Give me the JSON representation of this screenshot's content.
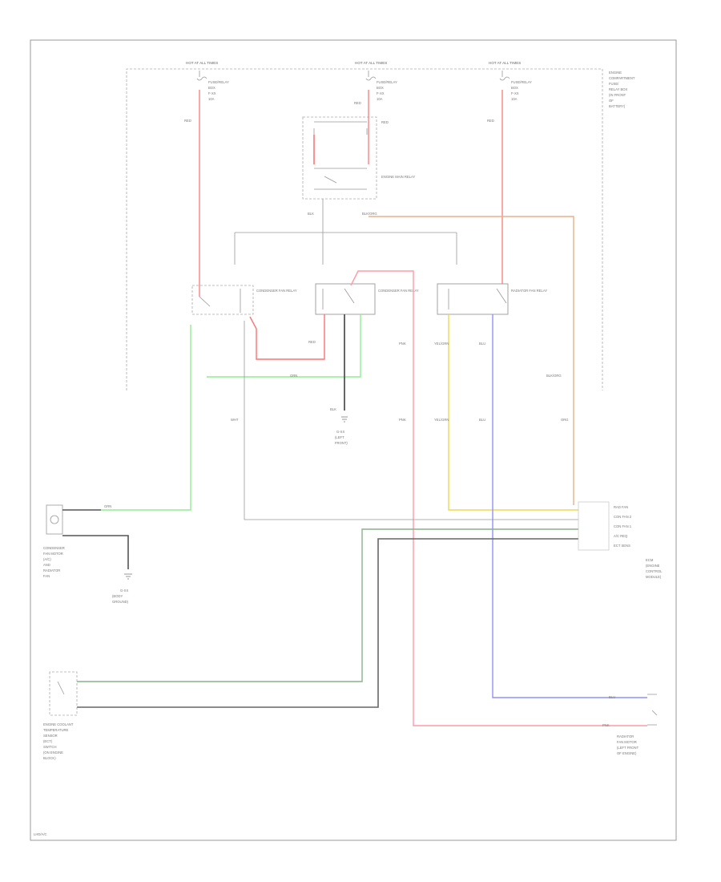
{
  "diagram": {
    "fuses": [
      {
        "id": "fuse-left",
        "label": "HOT AT ALL TIMES",
        "info": [
          "FUSE/RELAY",
          "BOX",
          "F-XX",
          "10A"
        ]
      },
      {
        "id": "fuse-center",
        "label": "HOT AT ALL TIMES",
        "info": [
          "FUSE/RELAY",
          "BOX",
          "F-XX",
          "10A"
        ]
      },
      {
        "id": "fuse-right",
        "label": "HOT AT ALL TIMES",
        "info": [
          "FUSE/RELAY",
          "BOX",
          "F-XX",
          "10A"
        ]
      }
    ],
    "top_right_note": [
      "ENGINE",
      "COMPARTMENT",
      "FUSE/",
      "RELAY BOX",
      "(IN FRONT",
      "OF",
      "BATTERY)"
    ],
    "relays": {
      "main_relay": "ENGINE MAIN RELAY",
      "relay_1": "CONDENSER FAN RELAY",
      "relay_2": "CONDENSER FAN RELAY",
      "relay_3": "RADIATOR FAN RELAY"
    },
    "wire_labels": {
      "red": "RED",
      "grn": "GRN",
      "blk": "BLK",
      "pnk": "PNK",
      "yel_grn": "YEL/GRN",
      "blu": "BLU",
      "blk_org": "BLK/ORG",
      "wht": "WHT",
      "org": "ORG"
    },
    "ground": [
      "G-XX",
      "(LEFT",
      "FRONT)"
    ],
    "ground_lower": [
      "G-XX",
      "(BODY",
      "GROUND)"
    ],
    "left_component": [
      "CONDENSER",
      "FAN MOTOR",
      "(A/C)",
      "AND",
      "RADIATOR",
      "FAN"
    ],
    "left_component_lower": [
      "ENGINE COOLANT",
      "TEMPERATURE",
      "SENSOR",
      "(ECT)",
      "SWITCH",
      "(ON ENGINE",
      "BLOCK)"
    ],
    "ecm_label": [
      "ECM",
      "(ENGINE",
      "CONTROL",
      "MODULE)"
    ],
    "ecm_pins": [
      "RAD FAN",
      "CON FAN 2",
      "CON FAN 1",
      "A/C REQ",
      "ECT SENS"
    ],
    "right_component": [
      "RADIATOR",
      "FAN MOTOR",
      "(LEFT FRONT",
      "OF ENGINE)"
    ],
    "bottom_code": "LHD/A/C"
  }
}
